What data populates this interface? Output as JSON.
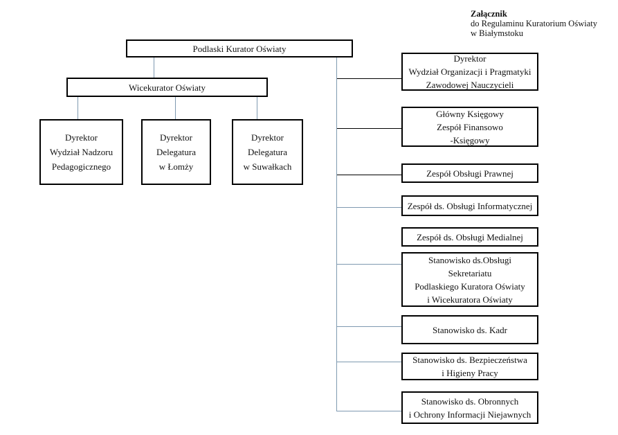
{
  "annotation": {
    "title": "Załącznik",
    "line2": "do Regulaminu Kuratorium Oświaty",
    "line3": "w Białymstoku"
  },
  "org": {
    "root": "Podlaski Kurator Oświaty",
    "deputy": "Wicekurator Oświaty",
    "deputy_children": [
      "Dyrektor\nWydział Nadzoru\nPedagogicznego",
      "Dyrektor\nDelegatura\nw Łomży",
      "Dyrektor\nDelegatura\nw Suwałkach"
    ],
    "root_children": [
      "Dyrektor\nWydział Organizacji i Pragmatyki\nZawodowej Nauczycieli",
      "Główny Księgowy\nZespół Finansowo\n-Księgowy",
      "Zespół Obsługi Prawnej",
      "Zespół ds. Obsługi Informatycznej",
      "Zespół ds. Obsługi Medialnej",
      "Stanowisko ds.Obsługi\nSekretariatu\nPodlaskiego Kuratora Oświaty\ni Wicekuratora Oświaty",
      "Stanowisko ds. Kadr",
      "Stanowisko ds. Bezpieczeństwa\ni Higieny Pracy",
      "Stanowisko ds. Obronnych\ni Ochrony Informacji Niejawnych"
    ]
  },
  "colors": {
    "connector_primary": "#000000",
    "connector_secondary": "#7e99b0",
    "box_border": "#000000",
    "background": "#ffffff"
  }
}
